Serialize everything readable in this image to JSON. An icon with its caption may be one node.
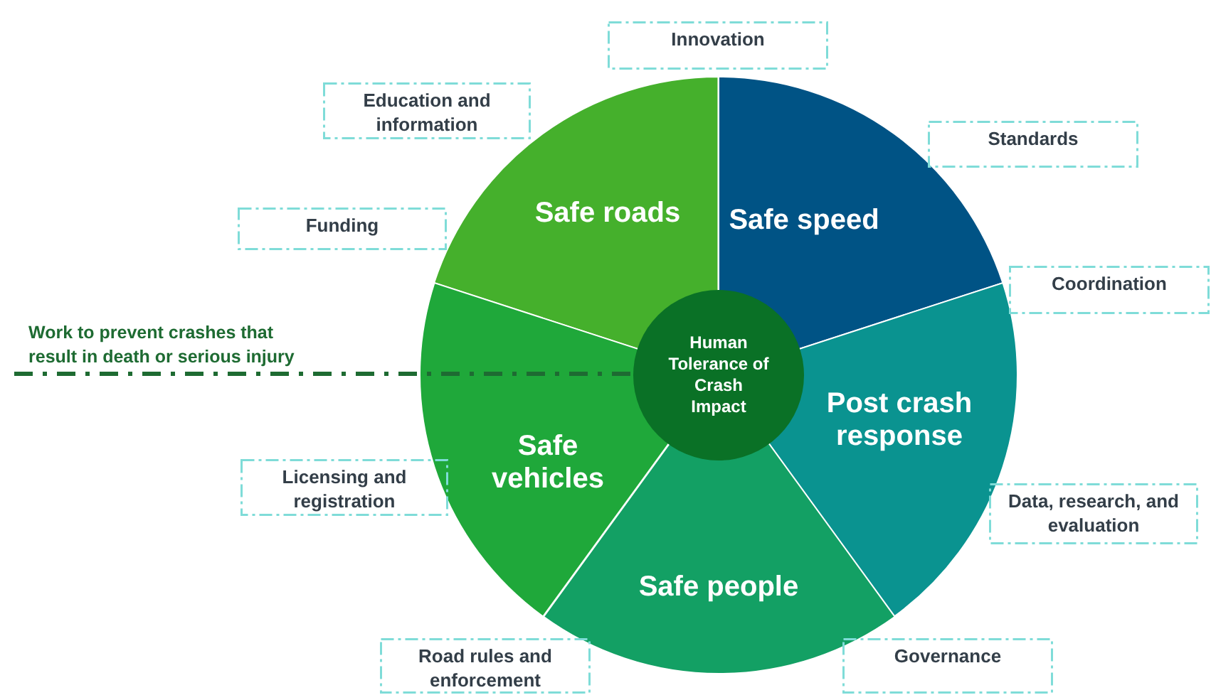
{
  "diagram": {
    "nodes": [
      {
        "text": [
          "Innovation"
        ]
      },
      {
        "text": [
          "Education and information"
        ]
      },
      {
        "text": [
          "Standards"
        ]
      },
      {
        "text": [
          "Safe roads"
        ]
      },
      {
        "text": [
          "Safe speed"
        ]
      },
      {
        "text": [
          "Funding"
        ]
      },
      {
        "text": [
          "Coordination"
        ]
      },
      {
        "text": [
          "Work to prevent crashes that result in death or serious injury"
        ]
      },
      {
        "text": [
          "Human Tolerance of Crash Impact"
        ]
      },
      {
        "text": [
          "Post crash response"
        ]
      },
      {
        "text": [
          "Safe vehicles"
        ]
      },
      {
        "text": [
          "Licensing and registration"
        ]
      },
      {
        "text": [
          "Data, research, and evaluation"
        ]
      },
      {
        "text": [
          "Safe people"
        ]
      },
      {
        "text": [
          "Road rules and enforcement"
        ]
      },
      {
        "text": [
          "Governance"
        ]
      }
    ],
    "edges": [
      {
        "from": 7,
        "to": 8,
        "arrow": "none",
        "style": "dashed"
      }
    ]
  }
}
